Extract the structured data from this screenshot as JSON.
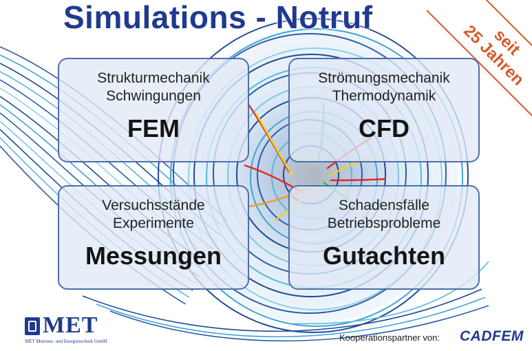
{
  "header": {
    "title": "Simulations - Notruf"
  },
  "ribbon": {
    "line1": "seit",
    "line2": "25 Jahren"
  },
  "boxes": {
    "fem": {
      "line1": "Strukturmechanik",
      "line2": "Schwingungen",
      "label": "FEM"
    },
    "cfd": {
      "line1": "Strömungsmechanik",
      "line2": "Thermodynamik",
      "label": "CFD"
    },
    "mes": {
      "line1": "Versuchsstände",
      "line2": "Experimente",
      "label": "Messungen"
    },
    "gut": {
      "line1": "Schadensfälle",
      "line2": "Betriebsprobleme",
      "label": "Gutachten"
    }
  },
  "footer": {
    "logo_text": "MET",
    "logo_subtitle": "MET Motoren- und Energietechnik GmbH",
    "cooperation_text": "Kooperationspartner von:",
    "partner_logo": "CADFEM"
  },
  "colors": {
    "title": "#1f3a8f",
    "ribbon_accent": "#d85a2a",
    "box_border": "#4d6fa8",
    "box_fill": "#e1e9f6"
  }
}
